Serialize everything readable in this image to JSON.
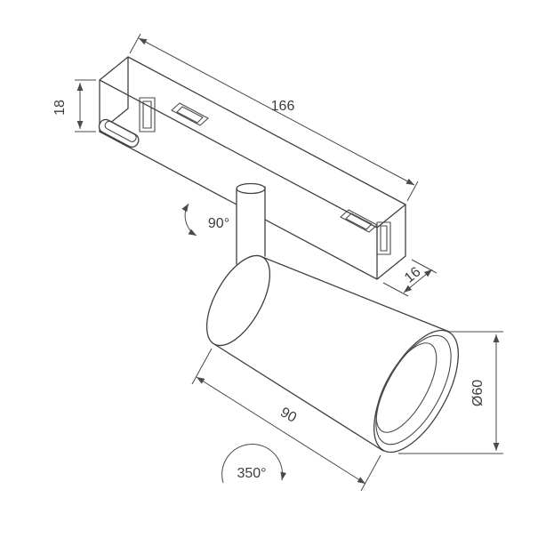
{
  "drawing": {
    "colors": {
      "line": "#414141",
      "background": "#ffffff"
    },
    "dimensions": {
      "track_length": "166",
      "track_height": "18",
      "track_depth": "16",
      "body_length": "90",
      "body_diameter": "Ø60",
      "head_tilt": "90°",
      "head_rotation": "350°"
    }
  }
}
